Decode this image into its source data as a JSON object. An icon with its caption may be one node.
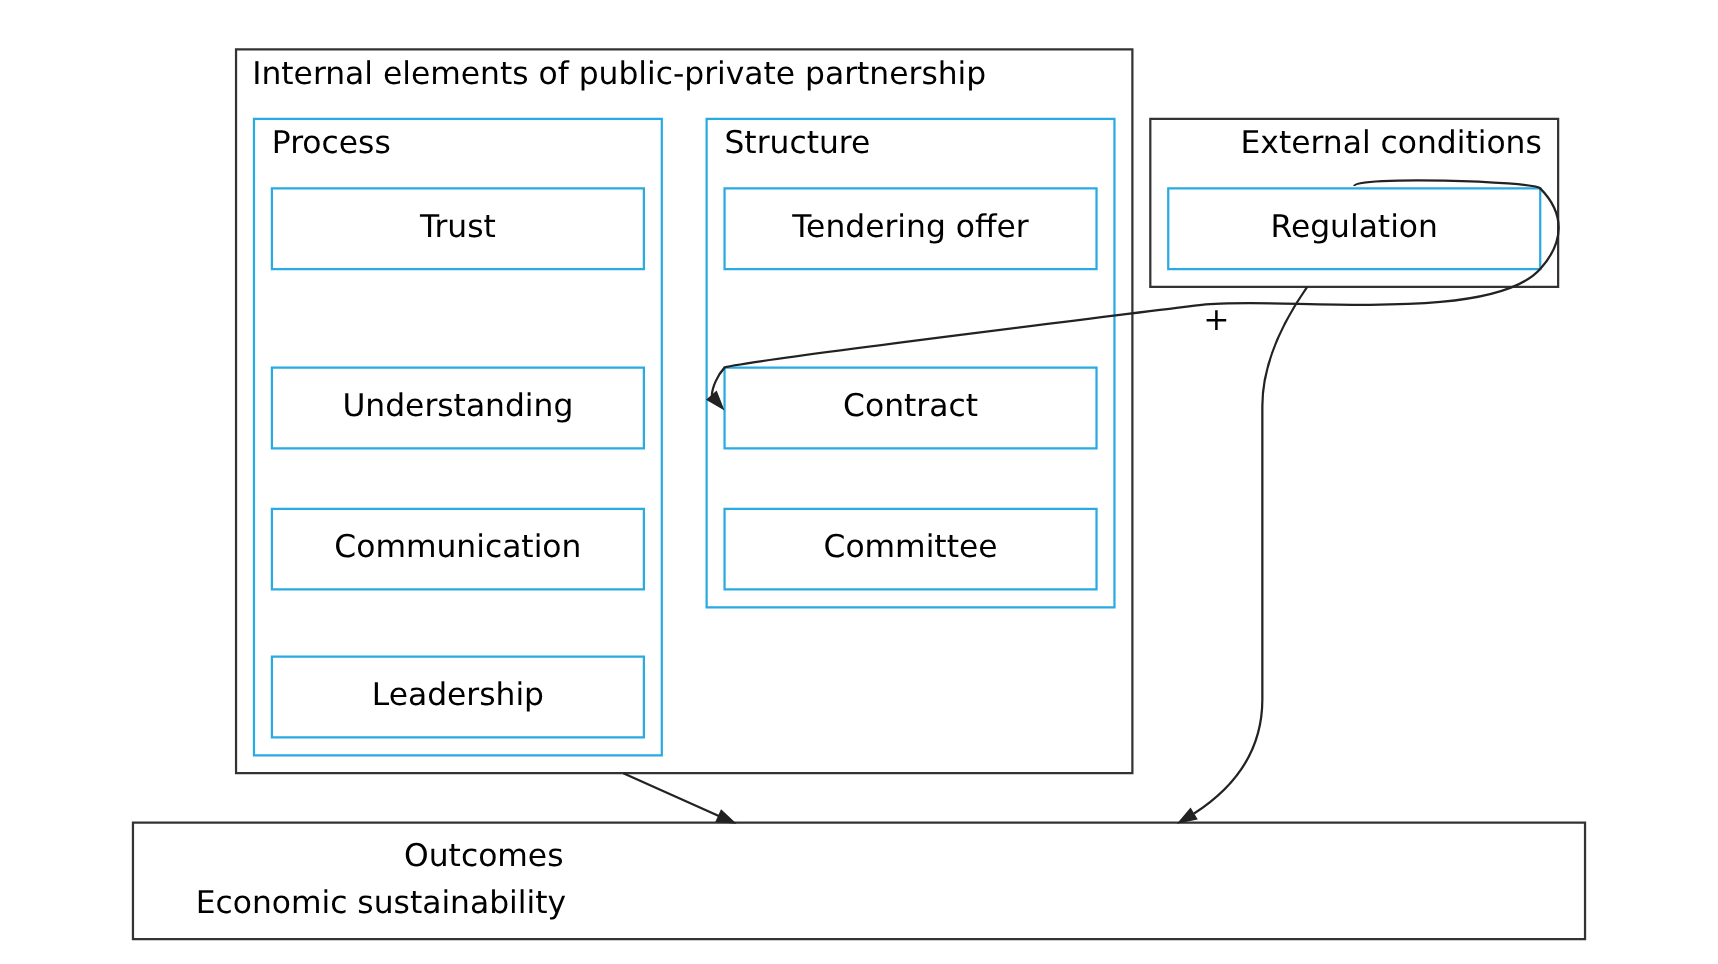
{
  "diagram": {
    "nodes": [
      {
        "text": [
          "Internal elements of public-private partnership"
        ]
      },
      {
        "text": [
          "Structure"
        ],
        "in": 0
      },
      {
        "text": [
          "Tendering offer"
        ],
        "in": 1
      },
      {
        "text": [
          "Contract"
        ],
        "in": 1
      },
      {
        "text": [
          "Committee"
        ],
        "in": 1
      },
      {
        "text": [
          "Process"
        ],
        "in": 0
      },
      {
        "text": [
          "Trust"
        ],
        "in": 5
      },
      {
        "text": [
          "Understanding"
        ],
        "in": 5
      },
      {
        "text": [
          "Communication"
        ],
        "in": 5
      },
      {
        "text": [
          "Leadership"
        ],
        "in": 5
      },
      {
        "text": [
          "External conditions"
        ]
      },
      {
        "text": [
          "Regulation"
        ],
        "in": 10
      },
      {
        "text": [
          "Outcomes",
          "Economic sustainability"
        ]
      }
    ],
    "edges": [
      {
        "from": 11,
        "to": 3,
        "arrow": "to",
        "label": "+"
      },
      {
        "from": 0,
        "to": 12,
        "arrow": "to"
      },
      {
        "from": 10,
        "to": 12,
        "arrow": "to"
      }
    ]
  }
}
